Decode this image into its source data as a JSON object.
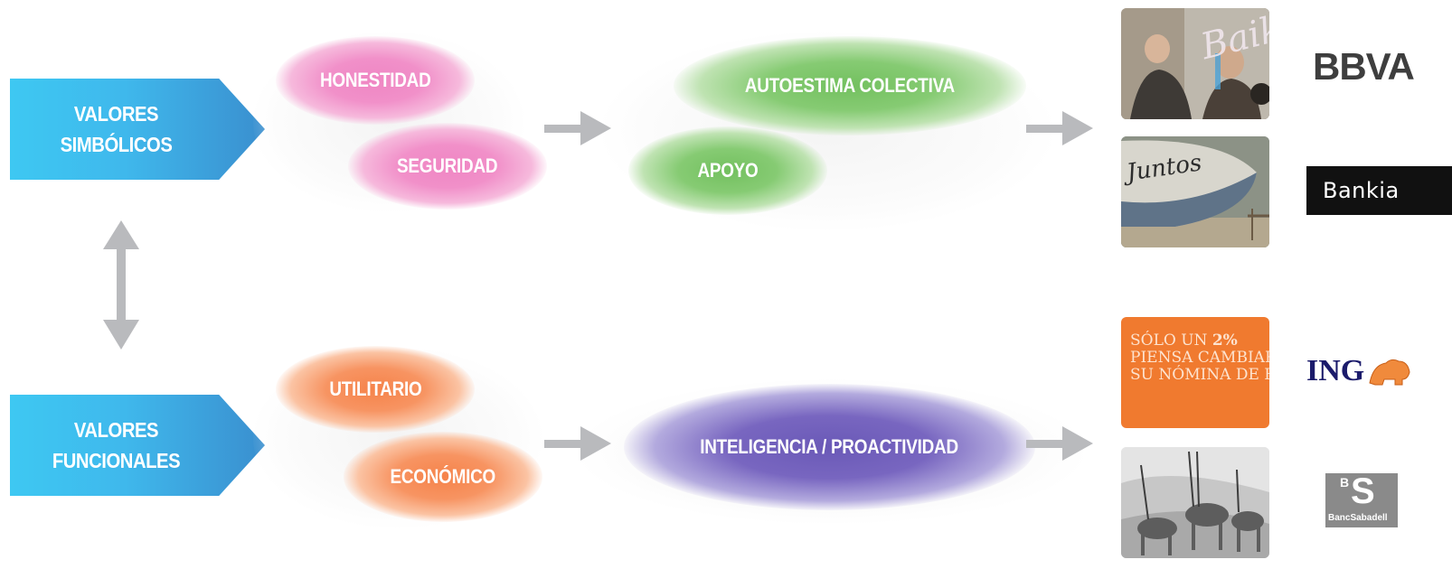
{
  "left_boxes": {
    "symbolic": "VALORES\nSIMBÓLICOS",
    "functional": "VALORES\nFUNCIONALES"
  },
  "symbolic_values": [
    "HONESTIDAD",
    "SEGURIDAD"
  ],
  "symbolic_outcomes": [
    "AUTOESTIMA COLECTIVA",
    "APOYO"
  ],
  "functional_values": [
    "UTILITARIO",
    "ECONÓMICO"
  ],
  "functional_outcome": "INTELIGENCIA / PROACTIVIDAD",
  "ad_texts": {
    "baik": "Baik",
    "juntos": "Juntos",
    "ing_line1": "SÓLO UN ",
    "ing_line1_bold": "2%",
    "ing_line2": "PIENSA CAMBIAR",
    "ing_line3": "SU NÓMINA DE B"
  },
  "logos": {
    "bbva": "BBVA",
    "bankia": "Bankia",
    "ing": "ING",
    "sabadell_letters": "S",
    "sabadell_b": "B",
    "sabadell_name": "BancSabadell"
  },
  "colors": {
    "arrow": "#b9babd",
    "chevron_blue": "#3fb8ec",
    "pink": "#ef86c3",
    "green": "#73c05f",
    "orange": "#f6834a",
    "purple": "#6a59b7",
    "ing_orange": "#f07a2f"
  }
}
